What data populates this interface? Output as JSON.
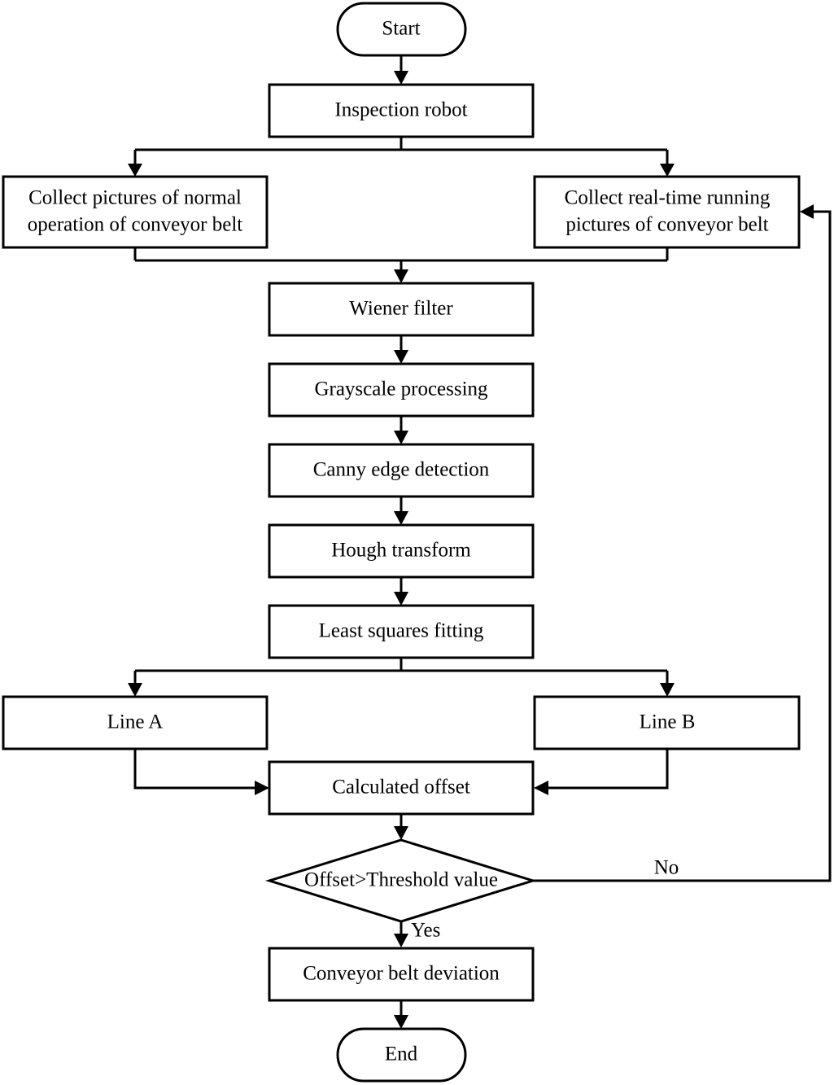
{
  "diagram": {
    "nodes": {
      "start": "Start",
      "inspection_robot": "Inspection robot",
      "collect_normal": [
        "Collect pictures of normal",
        "operation of conveyor belt"
      ],
      "collect_realtime": [
        "Collect real-time running",
        "pictures of conveyor belt"
      ],
      "wiener_filter": "Wiener filter",
      "grayscale": "Grayscale processing",
      "canny": "Canny edge detection",
      "hough": "Hough transform",
      "least_squares": "Least squares fitting",
      "line_a": "Line A",
      "line_b": "Line B",
      "calculated_offset": "Calculated offset",
      "decision": "Offset>Threshold value",
      "deviation": "Conveyor belt deviation",
      "end": "End"
    },
    "edge_labels": {
      "no": "No",
      "yes": "Yes"
    },
    "colors": {
      "stroke": "#000000",
      "fill": "#ffffff",
      "text": "#000000"
    }
  }
}
